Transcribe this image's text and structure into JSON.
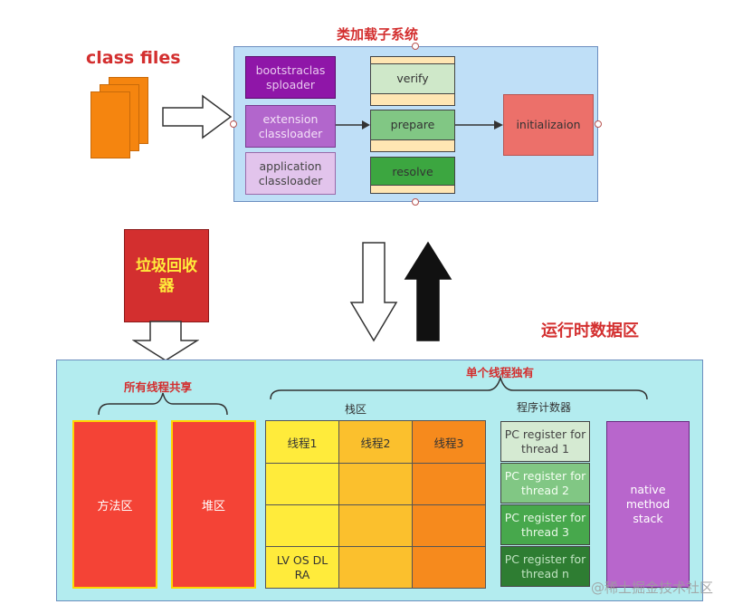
{
  "class_files_label": "class files",
  "loader_system": {
    "title": "类加载子系统",
    "loaders": [
      {
        "label": "bootstraclas sploader",
        "color": "#8f16a8",
        "text_color": "#e8c8ef"
      },
      {
        "label": "extension classloader",
        "color": "#b266cc",
        "text_color": "#f3e0f7"
      },
      {
        "label": "application classloader",
        "color": "#e2c4ec",
        "text_color": "#444444"
      }
    ],
    "stages": [
      {
        "label": "verify",
        "color": "#cfe8c9"
      },
      {
        "label": "prepare",
        "color": "#81c784"
      },
      {
        "label": "resolve",
        "color": "#3ca640"
      }
    ],
    "init_label": "initializaion",
    "init_color": "#ec706a"
  },
  "gc_label": "垃圾回收器",
  "runtime": {
    "title": "运行时数据区",
    "shared_label": "所有线程共享",
    "private_label": "单个线程独有",
    "method_area": "方法区",
    "heap": "堆区",
    "stack_label": "栈区",
    "pc_label": "程序计数器",
    "threads": [
      "线程1",
      "线程2",
      "线程3"
    ],
    "frame_label": "LV OS DL RA",
    "pc_registers": [
      {
        "label": "PC register for thread 1",
        "color": "#d5ead2"
      },
      {
        "label": "PC register for thread 2",
        "color": "#81c784"
      },
      {
        "label": "PC register for thread 3",
        "color": "#47a84c"
      },
      {
        "label": "PC register for thread n",
        "color": "#2e7d32"
      }
    ],
    "native_stack": "native method stack"
  },
  "watermark": "@稀土掘金技术社区"
}
